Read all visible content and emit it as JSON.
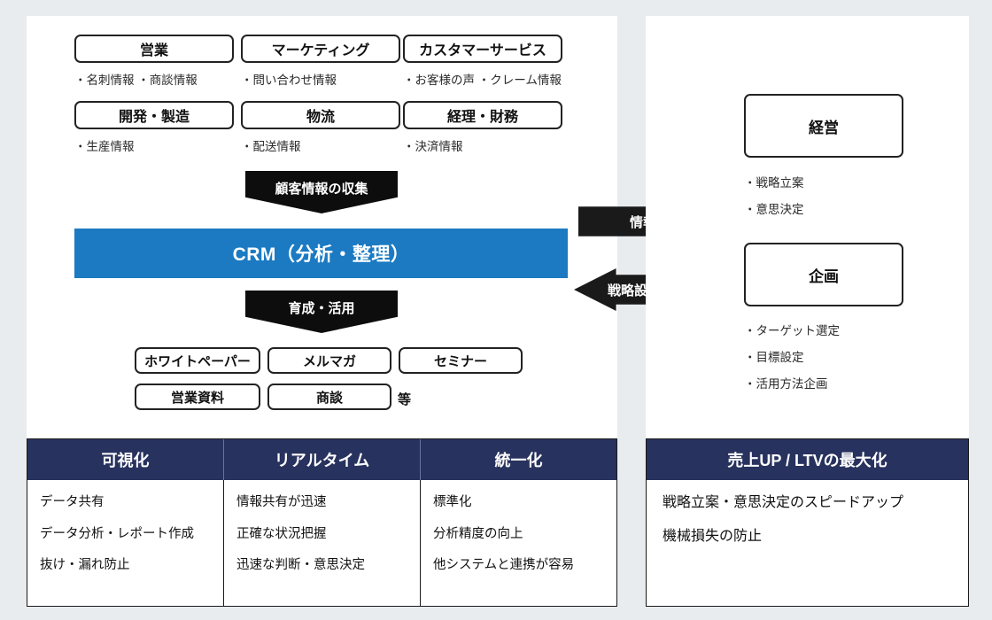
{
  "colors": {
    "background": "#e8ecef",
    "panel": "#ffffff",
    "crm_blue": "#1b7ac2",
    "arrow_black": "#1a1a1a",
    "table_header_navy": "#28325e",
    "border": "#1a1a1a"
  },
  "left_panel": {
    "departments_row1": [
      {
        "label": "営業",
        "note": "・名刺情報 ・商談情報"
      },
      {
        "label": "マーケティング",
        "note": "・問い合わせ情報"
      },
      {
        "label": "カスタマーサービス",
        "note": "・お客様の声 ・クレーム情報"
      }
    ],
    "departments_row2": [
      {
        "label": "開発・製造",
        "note": "・生産情報"
      },
      {
        "label": "物流",
        "note": "・配送情報"
      },
      {
        "label": "経理・財務",
        "note": "・決済情報"
      }
    ],
    "chevron_collect": "顧客情報の収集",
    "crm_banner": "CRM（分析・整理）",
    "chevron_nurture": "育成・活用",
    "outputs_row1": [
      "ホワイトペーパー",
      "メルマガ",
      "セミナー"
    ],
    "outputs_row2": [
      "営業資料",
      "商談"
    ],
    "etc_label": "等"
  },
  "arrows": {
    "to_right": "情報共有",
    "to_left": "戦略設定"
  },
  "right_panel": {
    "blocks": [
      {
        "title": "経営",
        "notes": [
          "・戦略立案",
          "・意思決定"
        ]
      },
      {
        "title": "企画",
        "notes": [
          "・ターゲット選定",
          "・目標設定",
          "・活用方法企画"
        ]
      }
    ]
  },
  "bottom_left_table": {
    "headers": [
      "可視化",
      "リアルタイム",
      "統一化"
    ],
    "columns": [
      [
        "データ共有",
        "データ分析・レポート作成",
        "抜け・漏れ防止"
      ],
      [
        "情報共有が迅速",
        "正確な状況把握",
        "迅速な判断・意思決定"
      ],
      [
        "標準化",
        "分析精度の向上",
        "他システムと連携が容易"
      ]
    ]
  },
  "bottom_right_table": {
    "headers": [
      "売上UP / LTVの最大化"
    ],
    "columns": [
      [
        "戦略立案・意思決定のスピードアップ",
        "機械損失の防止"
      ]
    ]
  }
}
